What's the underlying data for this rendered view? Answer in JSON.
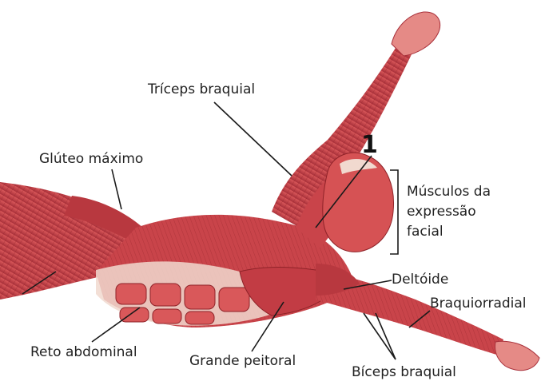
{
  "figure": {
    "number_label": "1",
    "labels": {
      "triceps": "Tríceps braquial",
      "gluteo": "Glúteo máximo",
      "facial_line1": "Músculos da",
      "facial_line2": "expressão",
      "facial_line3": "facial",
      "deltoide": "Deltóide",
      "braquiorradial": "Braquiorradial",
      "reto": "Reto abdominal",
      "peitoral": "Grande  peitoral",
      "biceps": "Bíceps braquial"
    },
    "colors": {
      "muscle": "#c9444a",
      "muscle_dark": "#8f2228",
      "muscle_light": "#e58a86",
      "tendon": "#f1d9cf",
      "leader_line": "#1a1a1a"
    }
  }
}
